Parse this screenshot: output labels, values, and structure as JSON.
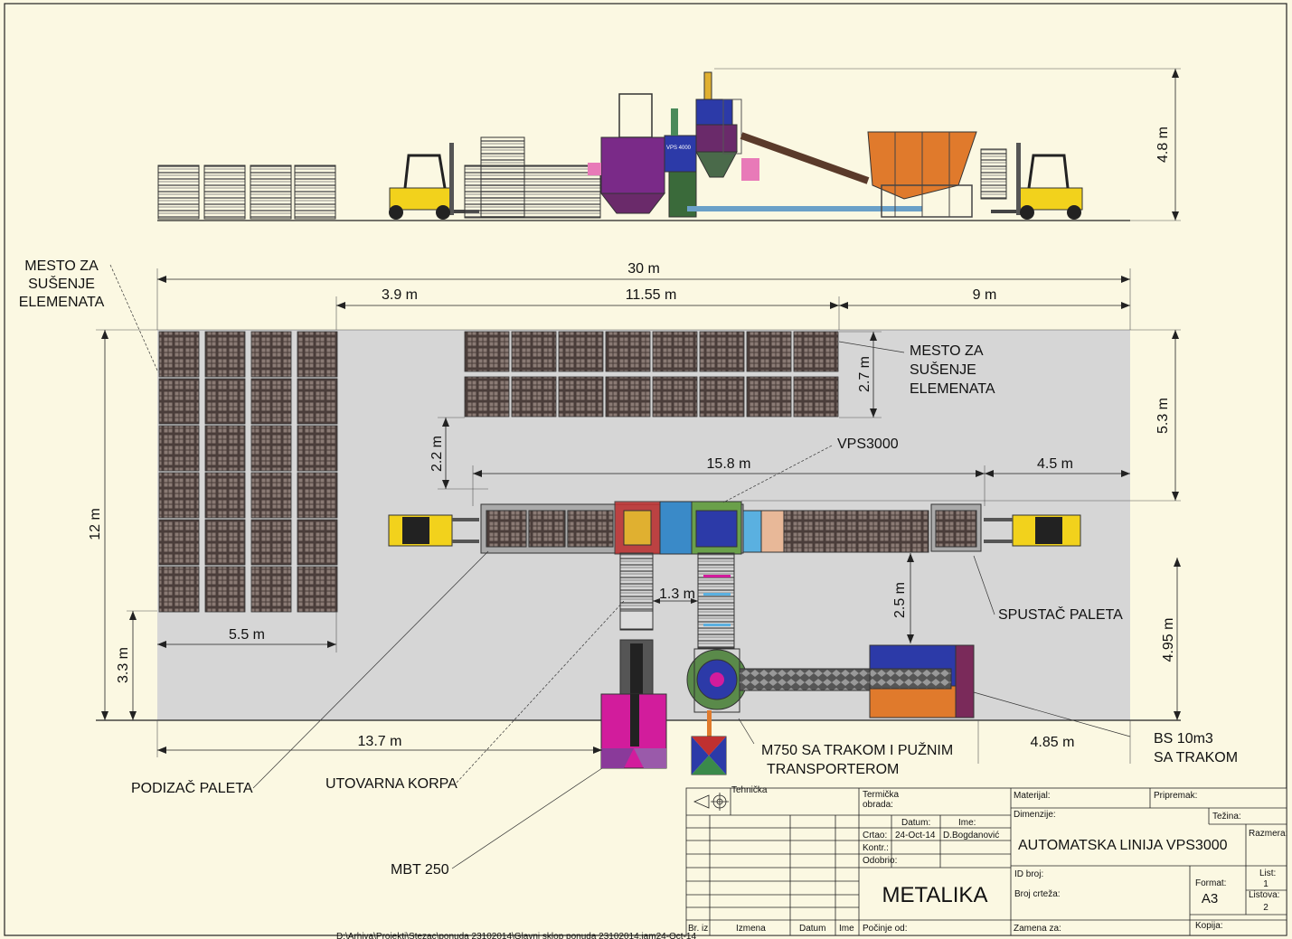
{
  "dimensions": {
    "total_width": "30 m",
    "seg_1": "3.9 m",
    "seg_2": "11.55 m",
    "seg_3": "9 m",
    "side_height": "4.8 m",
    "plan_height": "12 m",
    "rack_depth": "2.7 m",
    "upper_gap": "5.3 m",
    "drying_gap": "2.2 m",
    "line_length": "15.8 m",
    "right_gap": "4.5 m",
    "mixer_gap": "1.3 m",
    "bin_gap": "2.5 m",
    "lower_right": "4.95 m",
    "lower_left": "3.3 m",
    "storage_width": "5.5 m",
    "bottom_left": "13.7 m",
    "bottom_right": "4.85 m"
  },
  "labels": {
    "drying_left": [
      "MESTO ZA",
      "SUŠENJE",
      "ELEMENATA"
    ],
    "drying_right": [
      "MESTO ZA",
      "SUŠENJE",
      "ELEMENATA"
    ],
    "machine": "VPS3000",
    "lowerer": "SPUSTAČ PALETA",
    "lifter": "PODIZAČ PALETA",
    "basket": "UTOVARNA KORPA",
    "mixer_line1": "M750 SA TRAKOM I PUŽNIM",
    "mixer_line2": "TRANSPORTEROM",
    "bin_line1": "BS 10m3",
    "bin_line2": "SA TRAKOM",
    "mbt": "MBT 250",
    "machine_tag": "VPS 4000"
  },
  "title_block": {
    "tech_label": "Tehnička",
    "thermal": "Termička",
    "processing": "obrada:",
    "material": "Materijal:",
    "prepared": "Pripremak:",
    "dimensions": "Dimenzije:",
    "weight": "Težina:",
    "scale": "Razmera:",
    "date_label": "Datum:",
    "name_label": "Ime:",
    "drawn": "Crtao:",
    "checked": "Kontr.:",
    "approved": "Odobrio:",
    "date_value": "24-Oct-14",
    "name_value": "D.Bogdanović",
    "title": "AUTOMATSKA LINIJA VPS3000",
    "company": "METALIKA",
    "id_no": "ID broj:",
    "drawing_no": "Broj crteža:",
    "format_label": "Format:",
    "format_value": "A3",
    "sheet_label": "List:",
    "sheet_value": "1",
    "sheets_label": "Listova:",
    "sheets_value": "2",
    "rev_no": "Br. iz",
    "change": "Izmena",
    "rev_date": "Datum",
    "rev_name": "Ime",
    "started": "Počinje od:",
    "replaced": "Zamena za:",
    "copy": "Kopija:"
  },
  "footer": {
    "path": "D:\\Arhiva\\Projekti\\Stezac\\ponuda 23102014\\Glavni sklop ponuda 23102014.iam24-Oct-14"
  },
  "colors": {
    "paper": "#fbf8e2",
    "plan_floor": "#d6d6d6",
    "pallet": "#5a4a44",
    "forklift": "#f2d21c",
    "purple": "#7a2a88",
    "orange": "#e07a2c",
    "blue": "#2c3aa8",
    "magenta": "#d21c9c"
  }
}
